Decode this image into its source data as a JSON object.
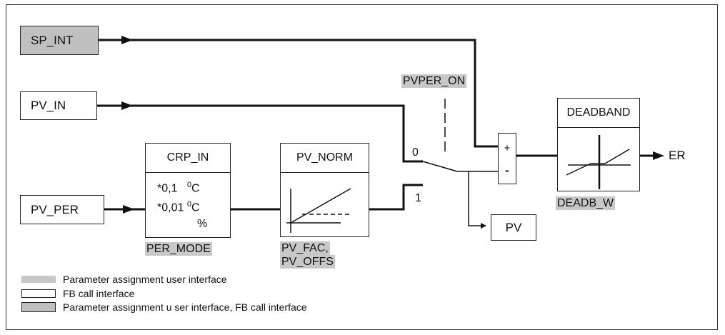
{
  "inputs": {
    "sp_int": "SP_INT",
    "pv_in": "PV_IN",
    "pv_per": "PV_PER"
  },
  "crp_in": {
    "title": "CRP_IN",
    "row1_factor": "*0,1",
    "row1_unit_sup": "0",
    "row1_unit": "C",
    "row2_factor": "*0,01",
    "row2_unit_sup": "0",
    "row2_unit": "C",
    "row3_unit": "%",
    "param": "PER_MODE"
  },
  "pv_norm": {
    "title": "PV_NORM",
    "param_line1": "PV_FAC,",
    "param_line2": "PV_OFFS"
  },
  "switch": {
    "param": "PVPER_ON",
    "pos0": "0",
    "pos1": "1"
  },
  "summer": {
    "plus": "+",
    "minus": "-"
  },
  "deadband": {
    "title": "DEADBAND",
    "param": "DEADB_W"
  },
  "outputs": {
    "pv": "PV",
    "er": "ER"
  },
  "legend": {
    "item1": "Parameter assignment user interface",
    "item2": "FB call interface",
    "item3": "Parameter assignment u ser interface, FB call interface"
  },
  "colors": {
    "param_tag": "#c8c8c8",
    "gray_block": "#c0c0c0",
    "line": "#111111"
  }
}
